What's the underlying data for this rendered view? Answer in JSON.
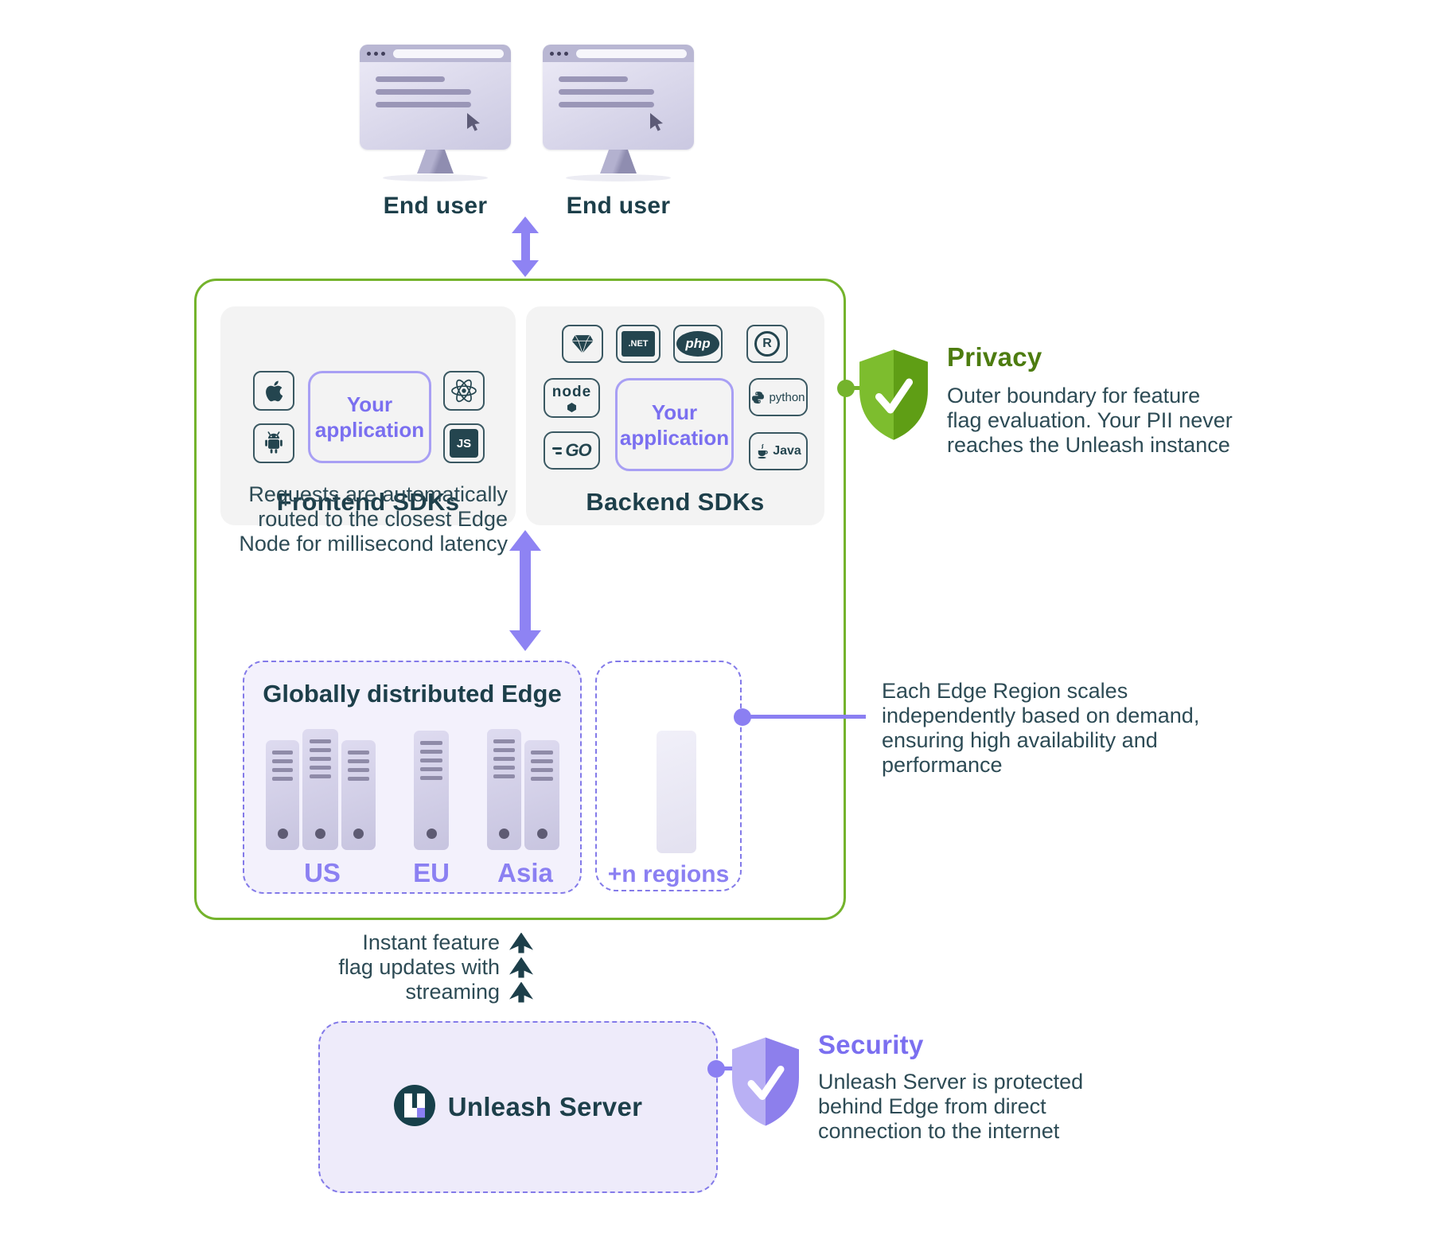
{
  "end_users": {
    "labels": [
      "End user",
      "End user"
    ]
  },
  "frontend_panel": {
    "title": "Frontend SDKs",
    "app_label": "Your application",
    "labels": {
      "js": "JS"
    }
  },
  "backend_panel": {
    "title": "Backend SDKs",
    "app_label": "Your application",
    "labels": {
      "dotnet": ".NET",
      "php": "php",
      "rust": "R",
      "node": "node",
      "go": "GO",
      "python": "python",
      "java": "Java"
    }
  },
  "privacy": {
    "title": "Privacy",
    "lines": [
      "Outer boundary for feature",
      "flag evaluation. Your PII never",
      "reaches the Unleash instance"
    ]
  },
  "routing_note": {
    "lines": [
      "Requests are automatically",
      "routed to the closest Edge",
      "Node for millisecond latency"
    ]
  },
  "edge": {
    "title": "Globally distributed Edge",
    "regions": [
      "US",
      "EU",
      "Asia"
    ],
    "more_label": "+n regions"
  },
  "edge_note": {
    "lines": [
      "Each Edge Region scales",
      "independently based on demand,",
      "ensuring high availability and",
      "performance"
    ]
  },
  "streaming_note": {
    "lines": [
      "Instant feature",
      "flag updates with",
      "streaming"
    ]
  },
  "server": {
    "label": "Unleash Server"
  },
  "security": {
    "title": "Security",
    "lines": [
      "Unleash Server is protected",
      "behind Edge from direct",
      "connection to the internet"
    ]
  },
  "colors": {
    "accent_green": "#74b32c",
    "accent_purple": "#8b7ff2",
    "dark_teal": "#1d3f4a",
    "body_text": "#2d4b55"
  }
}
